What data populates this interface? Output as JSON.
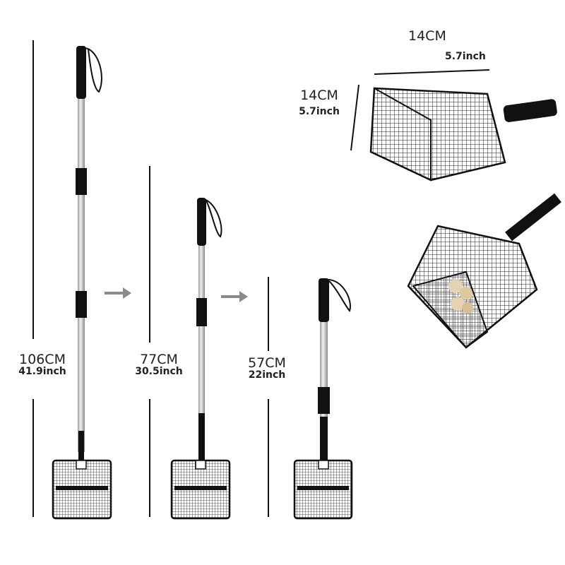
{
  "sizes": [
    {
      "cm": "106CM",
      "inch": "41.9inch"
    },
    {
      "cm": "77CM",
      "inch": "30.5inch"
    },
    {
      "cm": "57CM",
      "inch": "22inch"
    }
  ],
  "scoop": {
    "width_cm": "14CM",
    "width_inch": "5.7inch",
    "height_cm": "14CM",
    "height_inch": "5.7inch"
  },
  "colors": {
    "handle": "#111111",
    "pole": "#c8c8c8",
    "arrow": "#8a8a8a",
    "line": "#111111"
  }
}
